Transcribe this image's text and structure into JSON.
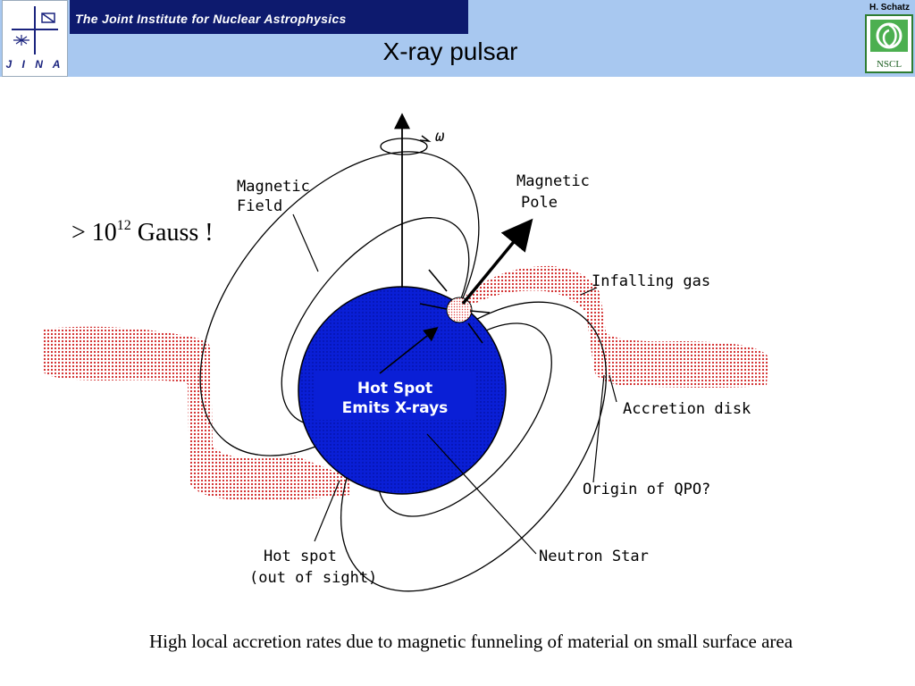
{
  "header": {
    "logo_text": "J I N A",
    "banner": "The Joint Institute for Nuclear Astrophysics",
    "title": "X-ray pulsar",
    "author": "H. Schatz",
    "nscl_text": "NSCL"
  },
  "diagram": {
    "labels": {
      "omega": "ω",
      "magnetic_field_1": "Magnetic",
      "magnetic_field_2": "Field",
      "magnetic_pole_1": "Magnetic",
      "magnetic_pole_2": "Pole",
      "infalling_gas": "Infalling gas",
      "accretion_disk": "Accretion disk",
      "origin_qpo": "Origin of QPO?",
      "neutron_star": "Neutron Star",
      "hot_spot_hidden_1": "Hot spot",
      "hot_spot_hidden_2": "(out of sight)",
      "hot_spot_box_1": "Hot Spot",
      "hot_spot_box_2": "Emits X-rays"
    },
    "field_strength": {
      "prefix": "> 10",
      "exponent": "12",
      "suffix": " Gauss !"
    },
    "colors": {
      "star": "#0a1fd6",
      "gas": "#d02020",
      "header": "#a8c8f0",
      "banner": "#0d1a6e"
    }
  },
  "caption": "High local accretion rates due to magnetic funneling of material on small surface area"
}
